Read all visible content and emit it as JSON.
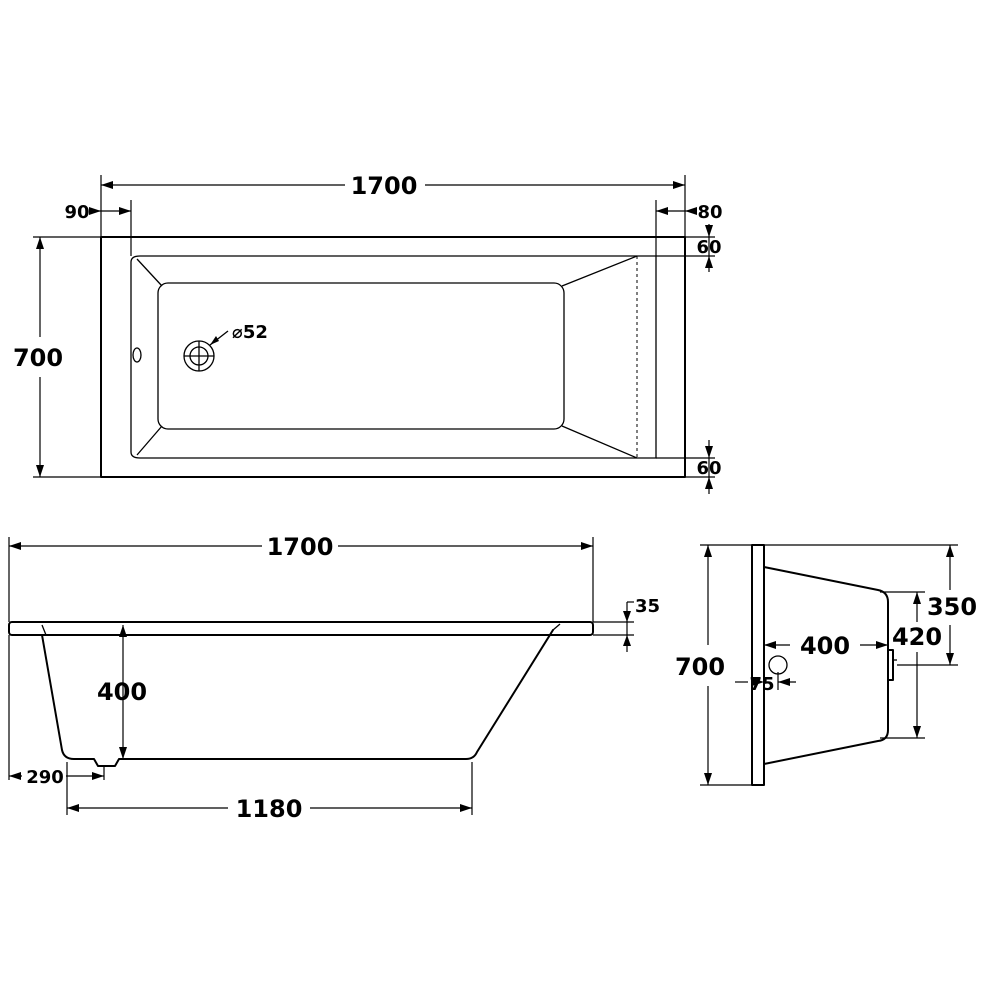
{
  "top_view": {
    "length": "1700",
    "left_rim": "90",
    "right_rim": "80",
    "width": "700",
    "top_rim": "60",
    "bottom_rim": "60",
    "waste_diameter": "⌀52"
  },
  "side_view": {
    "length": "1700",
    "rim_thickness": "35",
    "depth": "400",
    "waste_offset": "290",
    "base_length": "1180"
  },
  "end_view": {
    "width": "700",
    "depth": "400",
    "overflow_offset": "75",
    "upper_height": "350",
    "lower_height": "420"
  }
}
